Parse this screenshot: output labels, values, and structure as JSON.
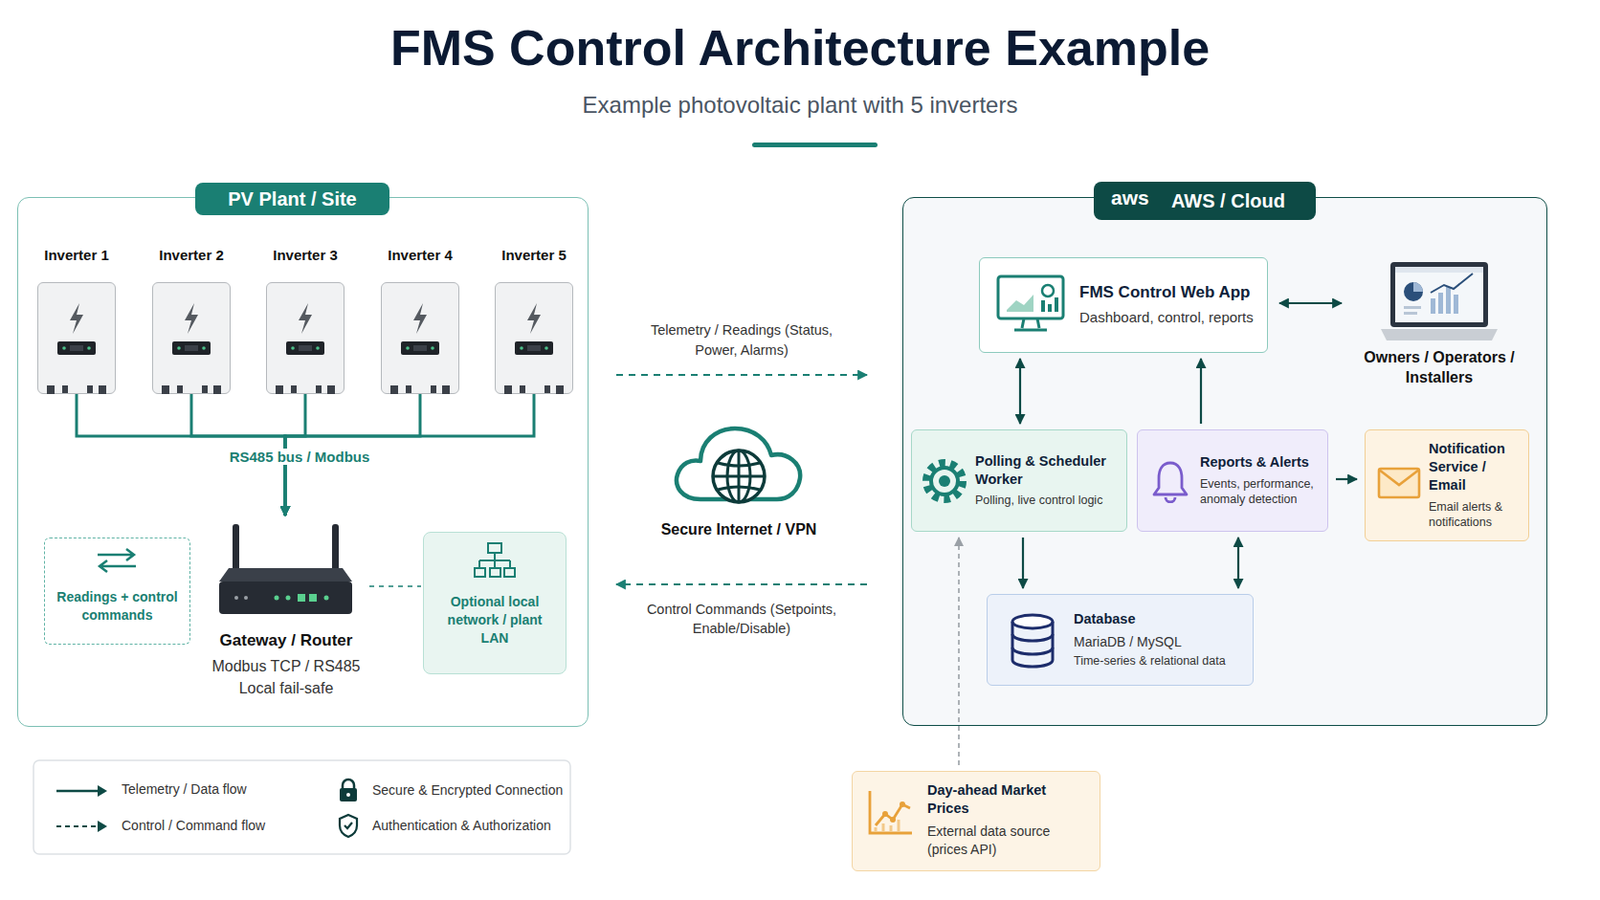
{
  "diagram": {
    "title": "FMS Control Architecture Example",
    "caption": "Example photovoltaic plant with 5 inverters",
    "nodes": [
      {
        "text": [
          "PV Plant / Site"
        ]
      },
      {
        "text": [
          "Inverter 1"
        ],
        "in": 0
      },
      {
        "text": [
          "Inverter 2"
        ],
        "in": 0
      },
      {
        "text": [
          "Inverter 3"
        ],
        "in": 0
      },
      {
        "text": [
          "Inverter 4"
        ],
        "in": 0
      },
      {
        "text": [
          "Inverter 5"
        ],
        "in": 0
      },
      {
        "text": [
          "Readings + control commands"
        ],
        "in": 0
      },
      {
        "text": [
          "Gateway / Router",
          "Modbus TCP / RS485 Local fail-safe"
        ],
        "in": 0
      },
      {
        "text": [
          "Optional local network / plant LAN"
        ],
        "in": 0
      },
      {
        "text": [
          "AWS / Cloud"
        ]
      },
      {
        "text": [
          "FMS Control Web App",
          "Dashboard, control, reports"
        ],
        "in": 9
      },
      {
        "text": [
          "Owners / Operators / Installers"
        ],
        "in": 9
      },
      {
        "text": [
          "Polling & Scheduler Worker",
          "Polling, live control logic"
        ],
        "in": 9
      },
      {
        "text": [
          "Reports & Alerts",
          "Events, performance, anomaly detection"
        ],
        "in": 9
      },
      {
        "text": [
          "Notification Service / Email",
          "Email alerts & notifications"
        ],
        "in": 9
      },
      {
        "text": [
          "Database",
          "MariaDB / MySQL",
          "Time-series & relational data"
        ],
        "in": 9
      },
      {
        "text": [
          "Day-ahead Market Prices",
          "External data source (prices API)"
        ]
      }
    ],
    "edges": [
      {
        "from": 1,
        "to": 7,
        "arrow": "to"
      },
      {
        "from": 2,
        "to": 7,
        "arrow": "to"
      },
      {
        "from": 3,
        "to": 7,
        "arrow": "to"
      },
      {
        "from": 4,
        "to": 7,
        "arrow": "to"
      },
      {
        "from": 5,
        "to": 7,
        "arrow": "to"
      },
      {
        "from": 7,
        "to": 8,
        "arrow": "none"
      },
      {
        "from": 0,
        "to": 9,
        "label": "Telemetry / Readings (Status, Power, Alarms)",
        "arrow": "to"
      },
      {
        "from": 9,
        "to": 0,
        "label": "Control Commands (Setpoints, Enable/Disable)",
        "arrow": "to"
      },
      {
        "from": 10,
        "to": 11,
        "arrow": "both"
      },
      {
        "from": 10,
        "to": 12,
        "arrow": "both"
      },
      {
        "from": 13,
        "to": 10,
        "arrow": "to"
      },
      {
        "from": 13,
        "to": 14,
        "arrow": "to"
      },
      {
        "from": 12,
        "to": 15,
        "arrow": "to"
      },
      {
        "from": 13,
        "to": 15,
        "arrow": "both"
      },
      {
        "from": 16,
        "to": 12,
        "arrow": "to"
      }
    ],
    "labels": [
      "RS485 bus / Modbus",
      "Secure Internet / VPN",
      "aws"
    ],
    "legend": [
      {
        "text": "Telemetry / Data flow"
      },
      {
        "text": "Control / Command flow"
      },
      {
        "text": "Secure & Encrypted Connection"
      },
      {
        "text": "Authentication & Authorization"
      }
    ]
  }
}
